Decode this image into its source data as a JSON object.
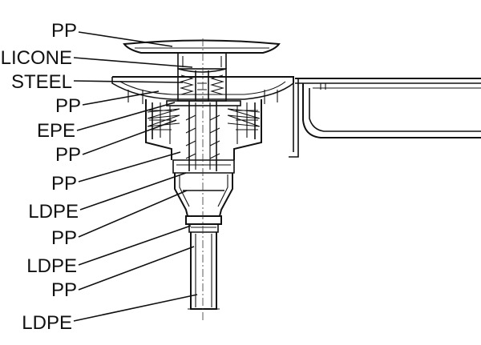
{
  "figure": {
    "labels": [
      {
        "key": "pp_1",
        "text": "PP"
      },
      {
        "key": "silicone",
        "text": "LICONE"
      },
      {
        "key": "steel",
        "text": "STEEL"
      },
      {
        "key": "pp_2",
        "text": "PP"
      },
      {
        "key": "epe",
        "text": "EPE"
      },
      {
        "key": "pp_3",
        "text": "PP"
      },
      {
        "key": "pp_4",
        "text": "PP"
      },
      {
        "key": "ldpe_1",
        "text": "LDPE"
      },
      {
        "key": "pp_5",
        "text": "PP"
      },
      {
        "key": "ldpe_2",
        "text": "LDPE"
      },
      {
        "key": "pp_6",
        "text": "PP"
      },
      {
        "key": "ldpe_3",
        "text": "LDPE"
      }
    ]
  }
}
